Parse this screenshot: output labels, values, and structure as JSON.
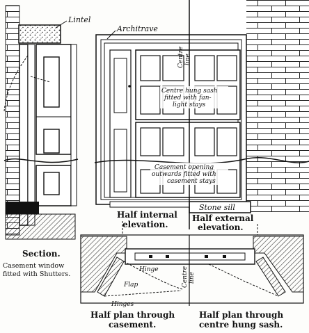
{
  "figure": {
    "labels": {
      "lintel": "Lintel",
      "architrave": "Architrave",
      "centre_line_top": [
        "Centre",
        "line"
      ],
      "centre_hung_sash_note": [
        "Centre hung sash",
        "fitted with fan-",
        "light stays"
      ],
      "casement_opening_note": [
        "Casement opening",
        "outwards fitted with",
        "casement stays"
      ],
      "stone_sill": "Stone sill",
      "hinge": "Hinge",
      "flap": "Flap",
      "hinges": "Hinges",
      "centre_line_plan": [
        "Centre",
        "line"
      ]
    },
    "captions": {
      "section_title": "Section.",
      "section_sub": [
        "Casement window",
        "fitted with Shutters."
      ],
      "half_internal": [
        "Half internal",
        "elevation."
      ],
      "half_external": [
        "Half external",
        "elevation."
      ],
      "plan_casement": [
        "Half plan through",
        "casement."
      ],
      "plan_sash": [
        "Half plan through",
        "centre hung sash."
      ]
    }
  }
}
